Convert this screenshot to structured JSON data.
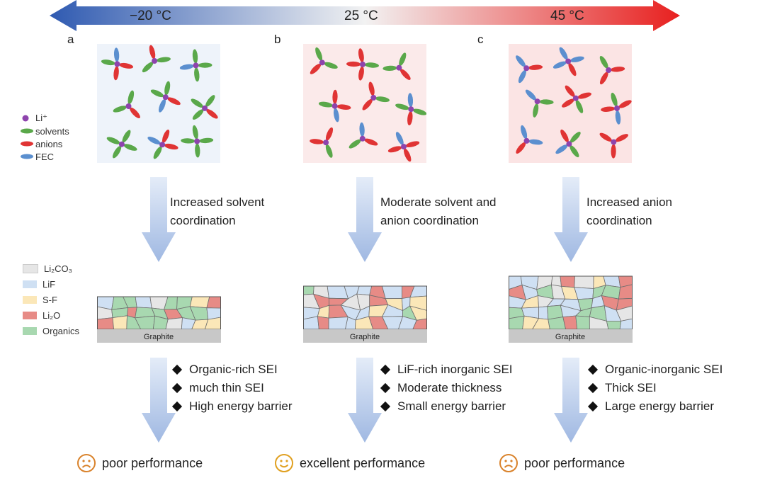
{
  "header": {
    "cold_label": "−20 °C",
    "room_label": "25 °C",
    "hot_label": "45 °C",
    "colors": {
      "cold": "#2f5ab1",
      "mid": "#f2f2f2",
      "hot": "#e8201f"
    }
  },
  "legend_solvation": {
    "items": [
      {
        "label": "Li⁺",
        "color": "#8e44ad"
      },
      {
        "label": "solvents",
        "color": "#5aa84a"
      },
      {
        "label": "anions",
        "color": "#e03434"
      },
      {
        "label": "FEC",
        "color": "#5b8fcf"
      }
    ]
  },
  "legend_sei": {
    "items": [
      {
        "label": "Li₂CO₃",
        "color": "#e6e6e6"
      },
      {
        "label": "LiF",
        "color": "#cfe0f3"
      },
      {
        "label": "S-F",
        "color": "#fbe7b8"
      },
      {
        "label": "Li₂O",
        "color": "#e78b86"
      },
      {
        "label": "Organics",
        "color": "#a8d8b0"
      }
    ]
  },
  "panels": [
    {
      "letter": "a",
      "box_color": "#eef3fa",
      "arrow_text": [
        "Increased solvent",
        "coordination"
      ],
      "substrate_label": "Graphite",
      "bullets": [
        "Organic-rich SEI",
        "much thin SEI",
        "High energy barrier"
      ],
      "result": "poor performance",
      "face": "sad"
    },
    {
      "letter": "b",
      "box_color": "#fbeaea",
      "arrow_text": [
        "Moderate solvent and",
        "anion coordination"
      ],
      "substrate_label": "Graphite",
      "bullets": [
        "LiF-rich inorganic SEI",
        "Moderate thickness",
        "Small energy barrier"
      ],
      "result": "excellent performance",
      "face": "happy"
    },
    {
      "letter": "c",
      "box_color": "#fbe4e4",
      "arrow_text": [
        "Increased anion",
        "coordination"
      ],
      "substrate_label": "Graphite",
      "bullets": [
        "Organic-inorganic SEI",
        "Thick SEI",
        "Large energy barrier"
      ],
      "result": "poor performance",
      "face": "sad"
    }
  ]
}
